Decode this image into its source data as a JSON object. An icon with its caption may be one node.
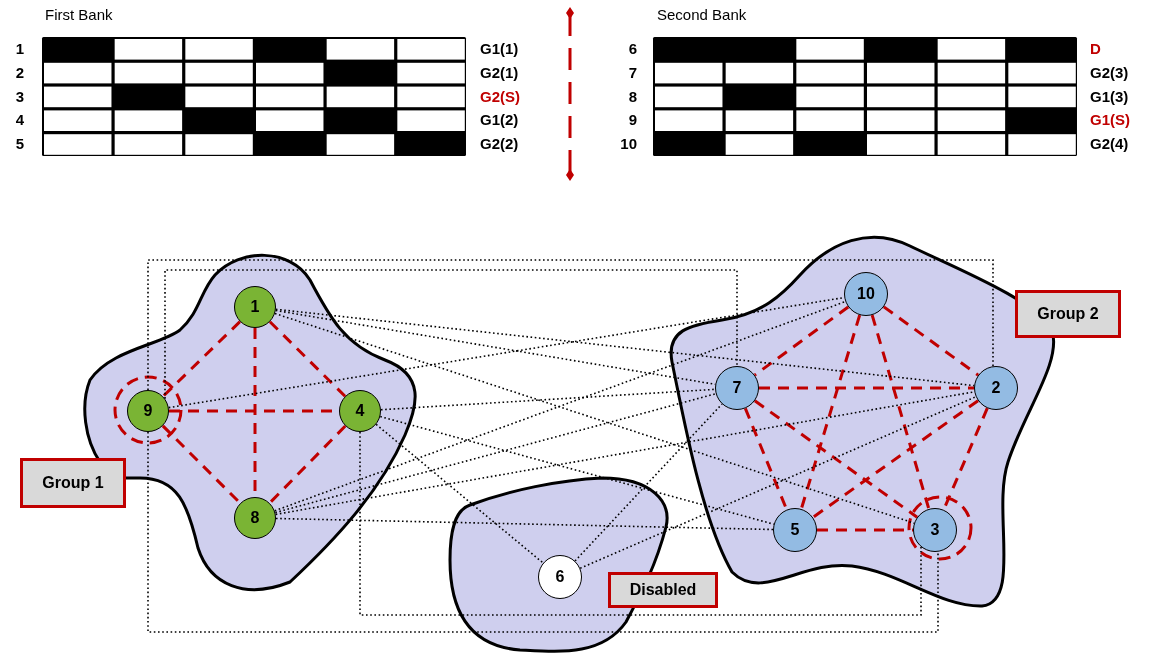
{
  "diagram": {
    "nodes": [
      {
        "text": [],
        "shape": "cloud"
      },
      {
        "text": [
          "1"
        ],
        "in": 0
      },
      {
        "text": [
          "9"
        ],
        "in": 0
      },
      {
        "text": [
          "4"
        ],
        "in": 0
      },
      {
        "text": [
          "8"
        ],
        "in": 0
      },
      {
        "text": [
          "Group 1"
        ]
      },
      {
        "text": [],
        "shape": "cloud"
      },
      {
        "text": [
          "10"
        ],
        "in": 6
      },
      {
        "text": [
          "7"
        ],
        "in": 6
      },
      {
        "text": [
          "2"
        ],
        "in": 6
      },
      {
        "text": [
          "5"
        ],
        "in": 6
      },
      {
        "text": [
          "3"
        ],
        "in": 6
      },
      {
        "text": [
          "Group 2"
        ]
      },
      {
        "text": [],
        "shape": "cloud"
      },
      {
        "text": [
          "6"
        ],
        "in": 13
      },
      {
        "text": [
          "Disabled"
        ]
      }
    ],
    "edges": [
      {
        "from": 1,
        "to": 2,
        "arrow": "none",
        "style": "dashed",
        "color": "#c00000"
      },
      {
        "from": 1,
        "to": 3,
        "arrow": "none",
        "style": "dashed",
        "color": "#c00000"
      },
      {
        "from": 1,
        "to": 4,
        "arrow": "none",
        "style": "dashed",
        "color": "#c00000"
      },
      {
        "from": 2,
        "to": 3,
        "arrow": "none",
        "style": "dashed",
        "color": "#c00000"
      },
      {
        "from": 2,
        "to": 4,
        "arrow": "none",
        "style": "dashed",
        "color": "#c00000"
      },
      {
        "from": 3,
        "to": 4,
        "arrow": "none",
        "style": "dashed",
        "color": "#c00000"
      },
      {
        "from": 7,
        "to": 8,
        "arrow": "none",
        "style": "dashed",
        "color": "#c00000"
      },
      {
        "from": 7,
        "to": 9,
        "arrow": "none",
        "style": "dashed",
        "color": "#c00000"
      },
      {
        "from": 7,
        "to": 10,
        "arrow": "none",
        "style": "dashed",
        "color": "#c00000"
      },
      {
        "from": 7,
        "to": 11,
        "arrow": "none",
        "style": "dashed",
        "color": "#c00000"
      },
      {
        "from": 8,
        "to": 9,
        "arrow": "none",
        "style": "dashed",
        "color": "#c00000"
      },
      {
        "from": 8,
        "to": 10,
        "arrow": "none",
        "style": "dashed",
        "color": "#c00000"
      },
      {
        "from": 8,
        "to": 11,
        "arrow": "none",
        "style": "dashed",
        "color": "#c00000"
      },
      {
        "from": 9,
        "to": 10,
        "arrow": "none",
        "style": "dashed",
        "color": "#c00000"
      },
      {
        "from": 9,
        "to": 11,
        "arrow": "none",
        "style": "dashed",
        "color": "#c00000"
      },
      {
        "from": 10,
        "to": 11,
        "arrow": "none",
        "style": "dashed",
        "color": "#c00000"
      },
      {
        "from": 1,
        "to": 9,
        "arrow": "none"
      },
      {
        "from": 1,
        "to": 8,
        "arrow": "none"
      },
      {
        "from": 1,
        "to": 11,
        "arrow": "none"
      },
      {
        "from": 2,
        "to": 7,
        "arrow": "none"
      },
      {
        "from": 2,
        "to": 8,
        "arrow": "none"
      },
      {
        "from": 2,
        "to": 9,
        "arrow": "none"
      },
      {
        "from": 2,
        "to": 11,
        "arrow": "none"
      },
      {
        "from": 3,
        "to": 8,
        "arrow": "none"
      },
      {
        "from": 3,
        "to": 10,
        "arrow": "none"
      },
      {
        "from": 3,
        "to": 14,
        "arrow": "none"
      },
      {
        "from": 3,
        "to": 11,
        "arrow": "none"
      },
      {
        "from": 4,
        "to": 7,
        "arrow": "none"
      },
      {
        "from": 4,
        "to": 8,
        "arrow": "none"
      },
      {
        "from": 4,
        "to": 9,
        "arrow": "none"
      },
      {
        "from": 4,
        "to": 10,
        "arrow": "none"
      },
      {
        "from": 14,
        "to": 8,
        "arrow": "none"
      },
      {
        "from": 14,
        "to": 9,
        "arrow": "none"
      }
    ],
    "labels": [
      "First Bank",
      "1",
      "G1(1)",
      "2",
      "G2(1)",
      "3",
      "G2(S)",
      "4",
      "G1(2)",
      "5",
      "G2(2)",
      "Second Bank",
      "6",
      "D",
      "7",
      "G2(3)",
      "8",
      "G1(3)",
      "9",
      "G1(S)",
      "10",
      "G2(4)"
    ]
  }
}
